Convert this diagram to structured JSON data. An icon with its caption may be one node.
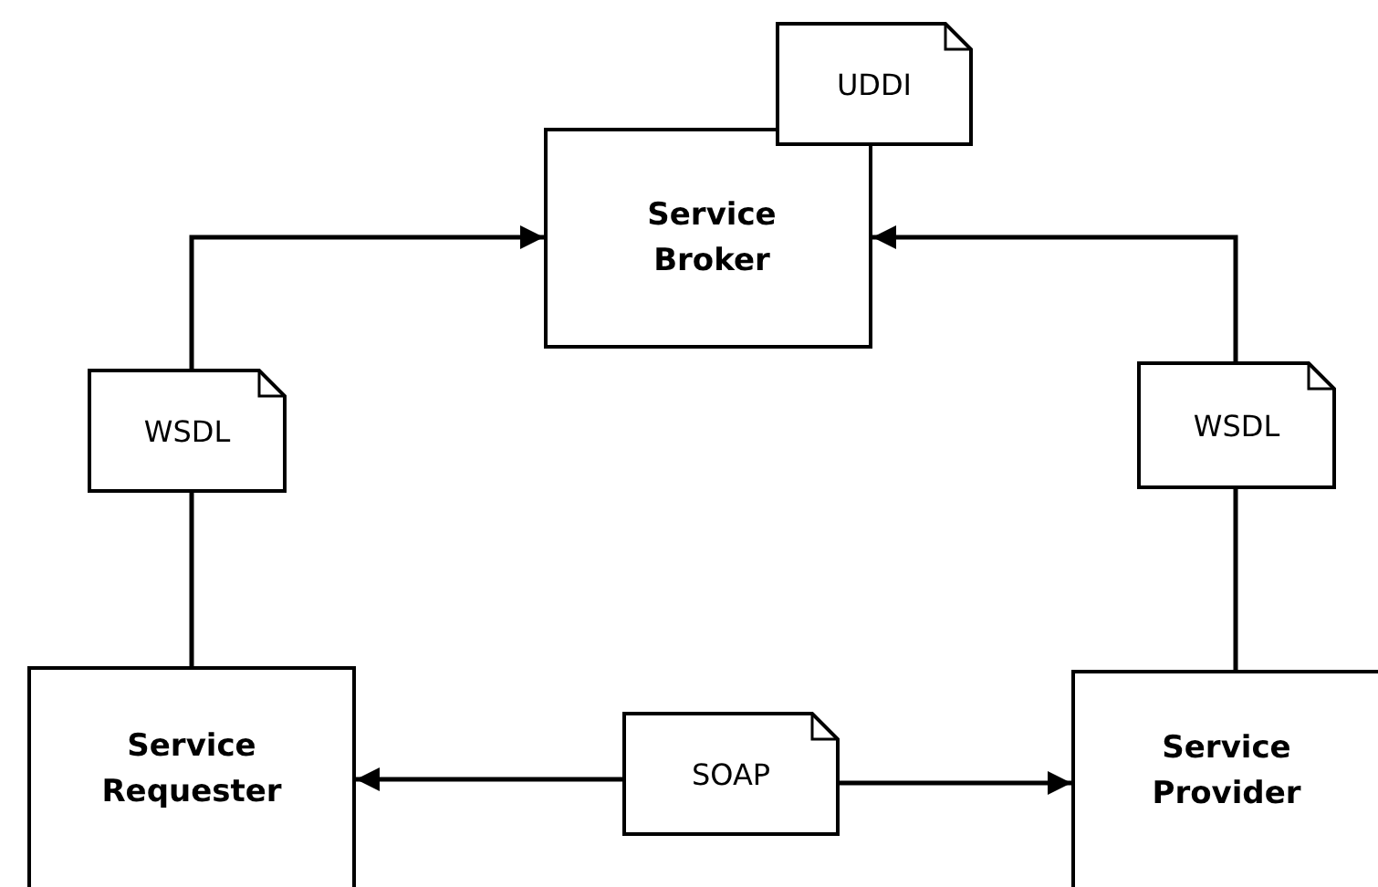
{
  "diagram": {
    "nodes": [
      {
        "text": [
          "Service Broker"
        ]
      },
      {
        "text": [
          "UDDI"
        ]
      },
      {
        "text": [
          "WSDL"
        ]
      },
      {
        "text": [
          "WSDL"
        ]
      },
      {
        "text": [
          "Service Requester"
        ]
      },
      {
        "text": [
          "SOAP"
        ]
      },
      {
        "text": [
          "Service Provider"
        ]
      }
    ],
    "edges": [
      {
        "from": 2,
        "to": 0,
        "arrow": "to"
      },
      {
        "from": 4,
        "to": 2,
        "arrow": "none"
      },
      {
        "from": 3,
        "to": 0,
        "arrow": "to"
      },
      {
        "from": 6,
        "to": 3,
        "arrow": "none"
      },
      {
        "from": 5,
        "to": 4,
        "arrow": "to"
      },
      {
        "from": 5,
        "to": 6,
        "arrow": "to"
      }
    ]
  }
}
